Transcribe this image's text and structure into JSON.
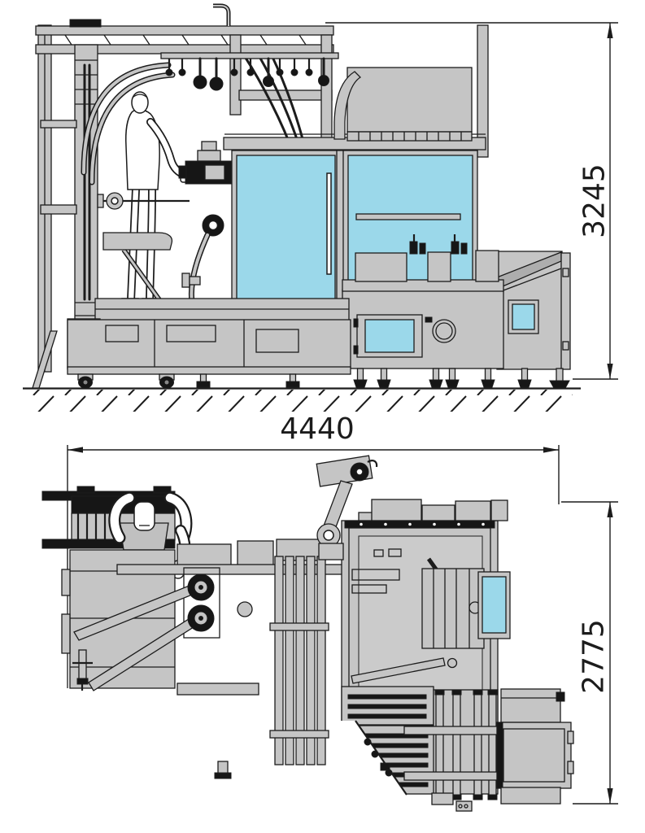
{
  "document": {
    "type": "technical-drawing",
    "background": "#ffffff"
  },
  "colors": {
    "line": "#1c1c1c",
    "machine-gray": "#c5c5c5",
    "machine-gray-dark": "#adadad",
    "panel-gray": "#cbcbcb",
    "dark-fill": "#161616",
    "glass-cyan": "#9bd8ea",
    "white": "#ffffff"
  },
  "views": {
    "side_elevation": {
      "height_dimension": {
        "value": "3245"
      }
    },
    "plan": {
      "width_dimension": {
        "value": "4440"
      },
      "depth_dimension": {
        "value": "2775"
      }
    }
  }
}
